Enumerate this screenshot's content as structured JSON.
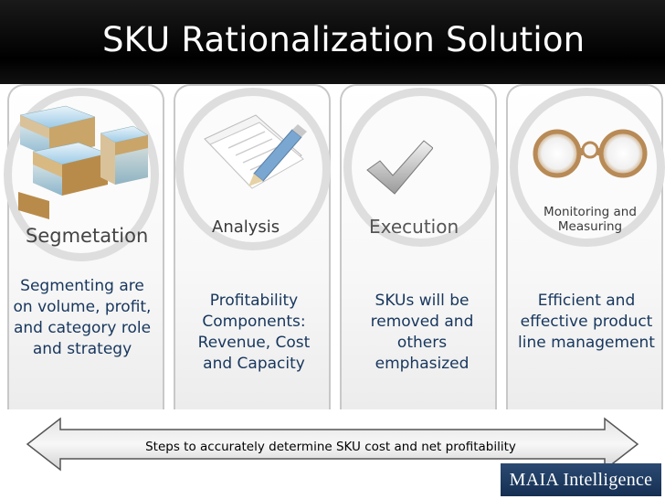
{
  "header": {
    "title": "SKU Rationalization Solution"
  },
  "panels": [
    {
      "icon": "stacked-boxes-icon",
      "icon_label": "Segmetation",
      "text": "Segmenting are on volume, profit, and category role and strategy"
    },
    {
      "icon": "document-pencil-icon",
      "icon_label": "Analysis",
      "text": "Profitability Components: Revenue, Cost and Capacity"
    },
    {
      "icon": "checkmark-icon",
      "icon_label": "Execution",
      "text": "SKUs will be removed and others emphasized"
    },
    {
      "icon": "binoculars-icon",
      "icon_label": "Monitoring and Measuring",
      "text": "Efficient and effective product line management"
    }
  ],
  "steps_arrow": {
    "label": "Steps to accurately determine SKU cost and net profitability"
  },
  "logo": {
    "text": "MAIA Intelligence"
  },
  "colors": {
    "header_bg": "#000000",
    "body_text": "#17365d",
    "logo_bg": "#1e3a5f"
  }
}
